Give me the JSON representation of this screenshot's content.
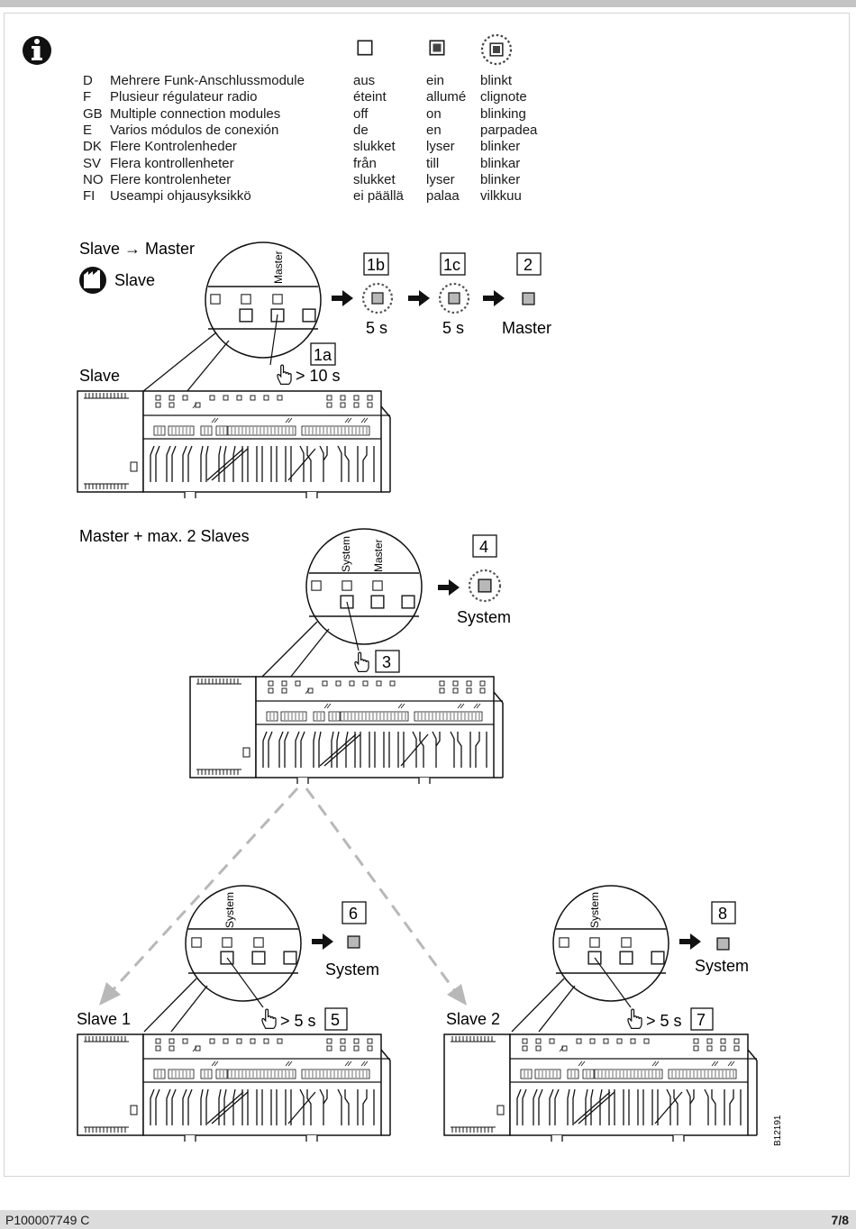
{
  "legend": {
    "rows": [
      {
        "code": "D",
        "label": "Mehrere Funk-Anschlussmodule",
        "off": "aus",
        "on": "ein",
        "blink": "blinkt"
      },
      {
        "code": "F",
        "label": "Plusieur régulateur radio",
        "off": "éteint",
        "on": "allumé",
        "blink": "clignote"
      },
      {
        "code": "GB",
        "label": "Multiple connection modules",
        "off": "off",
        "on": "on",
        "blink": "blinking"
      },
      {
        "code": "E",
        "label": "Varios módulos de conexión",
        "off": "de",
        "on": "en",
        "blink": "parpadea"
      },
      {
        "code": "DK",
        "label": "Flere Kontrolenheder",
        "off": "slukket",
        "on": "lyser",
        "blink": "blinker"
      },
      {
        "code": "SV",
        "label": "Flera kontrollenheter",
        "off": "från",
        "on": "till",
        "blink": "blinkar"
      },
      {
        "code": "NO",
        "label": "Flere kontrolenheter",
        "off": "slukket",
        "on": "lyser",
        "blink": "blinker"
      },
      {
        "code": "FI",
        "label": "Useampi ohjausyksikkö",
        "off": "ei päällä",
        "on": "palaa",
        "blink": "vilkkuu"
      }
    ]
  },
  "section1": {
    "title": "Slave → Master",
    "factory_label": "Slave",
    "device_label": "Slave",
    "zoom_label": "Master",
    "step1a": "1a",
    "step1a_hold": "> 10 s",
    "step1b": "1b",
    "step1b_time": "5 s",
    "step1c": "1c",
    "step1c_time": "5 s",
    "step2": "2",
    "step2_label": "Master"
  },
  "section2": {
    "title": "Master + max. 2 Slaves",
    "zoom_label_system": "System",
    "zoom_label_master": "Master",
    "step3": "3",
    "step4": "4",
    "step4_label": "System"
  },
  "section3": {
    "slave1_label": "Slave 1",
    "slave2_label": "Slave 2",
    "zoom_label_left": "System",
    "zoom_label_right": "System",
    "step5": "5",
    "step5_hold": "> 5 s",
    "step6": "6",
    "step6_label": "System",
    "step7": "7",
    "step7_hold": "> 5 s",
    "step8": "8",
    "step8_label": "System"
  },
  "doc_code": "B12191",
  "footer": {
    "doc_number": "P100007749 C",
    "page": "7/8"
  }
}
